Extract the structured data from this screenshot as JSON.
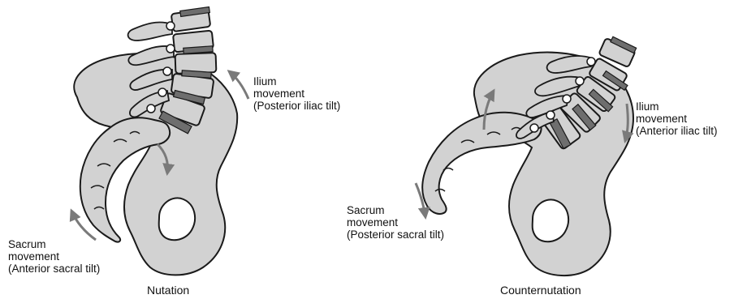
{
  "colors": {
    "bone_fill": "#d2d2d2",
    "outline": "#1a1a1a",
    "disc_fill": "#6e6e6e",
    "arrow": "#7a7a7a",
    "background": "#ffffff"
  },
  "panels": [
    {
      "caption": "Nutation",
      "ilium": {
        "line1": "Ilium",
        "line2": "movement",
        "line3": "(Posterior iliac tilt)"
      },
      "sacrum": {
        "line1": "Sacrum",
        "line2": "movement",
        "line3": "(Anterior sacral tilt)"
      }
    },
    {
      "caption": "Counternutation",
      "ilium": {
        "line1": "Ilium",
        "line2": "movement",
        "line3": "(Anterior iliac tilt)"
      },
      "sacrum": {
        "line1": "Sacrum",
        "line2": "movement",
        "line3": "(Posterior sacral tilt)"
      }
    }
  ]
}
